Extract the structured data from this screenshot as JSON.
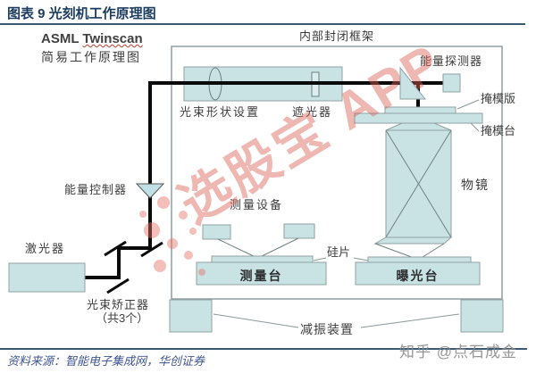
{
  "header": {
    "title": "图表 9 光刻机工作原理图"
  },
  "diagram": {
    "subtitle_part1": "ASML ",
    "subtitle_part2": "Twinscan",
    "subtitle_line2": "简易工作原理图",
    "frame_label": "内部封闭框架",
    "labels": {
      "beam_shaping": "光束形状设置",
      "shutter": "遮光器",
      "energy_detector": "能量探测器",
      "mask": "掩模版",
      "mask_stage": "掩模台",
      "objective": "物镜",
      "energy_controller": "能量控制器",
      "measure_device": "测量设备",
      "wafer": "硅片",
      "laser": "激光器",
      "beam_corrector_line1": "光束矫正器",
      "beam_corrector_line2": "（共3个）",
      "measure_stage": "测量台",
      "exposure_stage": "曝光台",
      "damper": "减振装置"
    }
  },
  "footer": {
    "source": "资料来源：智能电子集成网，华创证券"
  },
  "watermarks": {
    "xuangubao": "选股宝 APP",
    "zhihu": "知乎 @点石成金"
  },
  "colors": {
    "component_fill": "#c9e3e5",
    "component_border": "#8fa0a2",
    "beam": "#0a0a0a",
    "title_navy": "#1b3b5f",
    "rule": "#3a5a74",
    "source_text": "#3f5590",
    "watermark_red": "rgba(217,95,85,0.45)",
    "watermark_gray": "#8c8c8c"
  }
}
